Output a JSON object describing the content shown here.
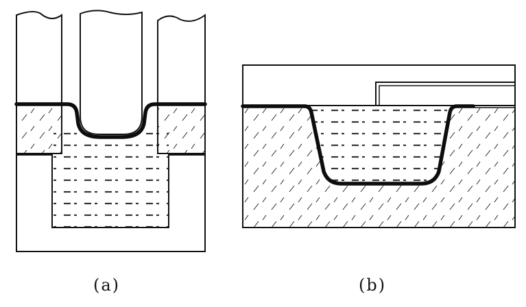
{
  "figure": {
    "panels": [
      {
        "id": "a",
        "caption": "(a)"
      },
      {
        "id": "b",
        "caption": "(b)"
      }
    ]
  },
  "colors": {
    "ink": "#111111",
    "paper": "#ffffff"
  }
}
